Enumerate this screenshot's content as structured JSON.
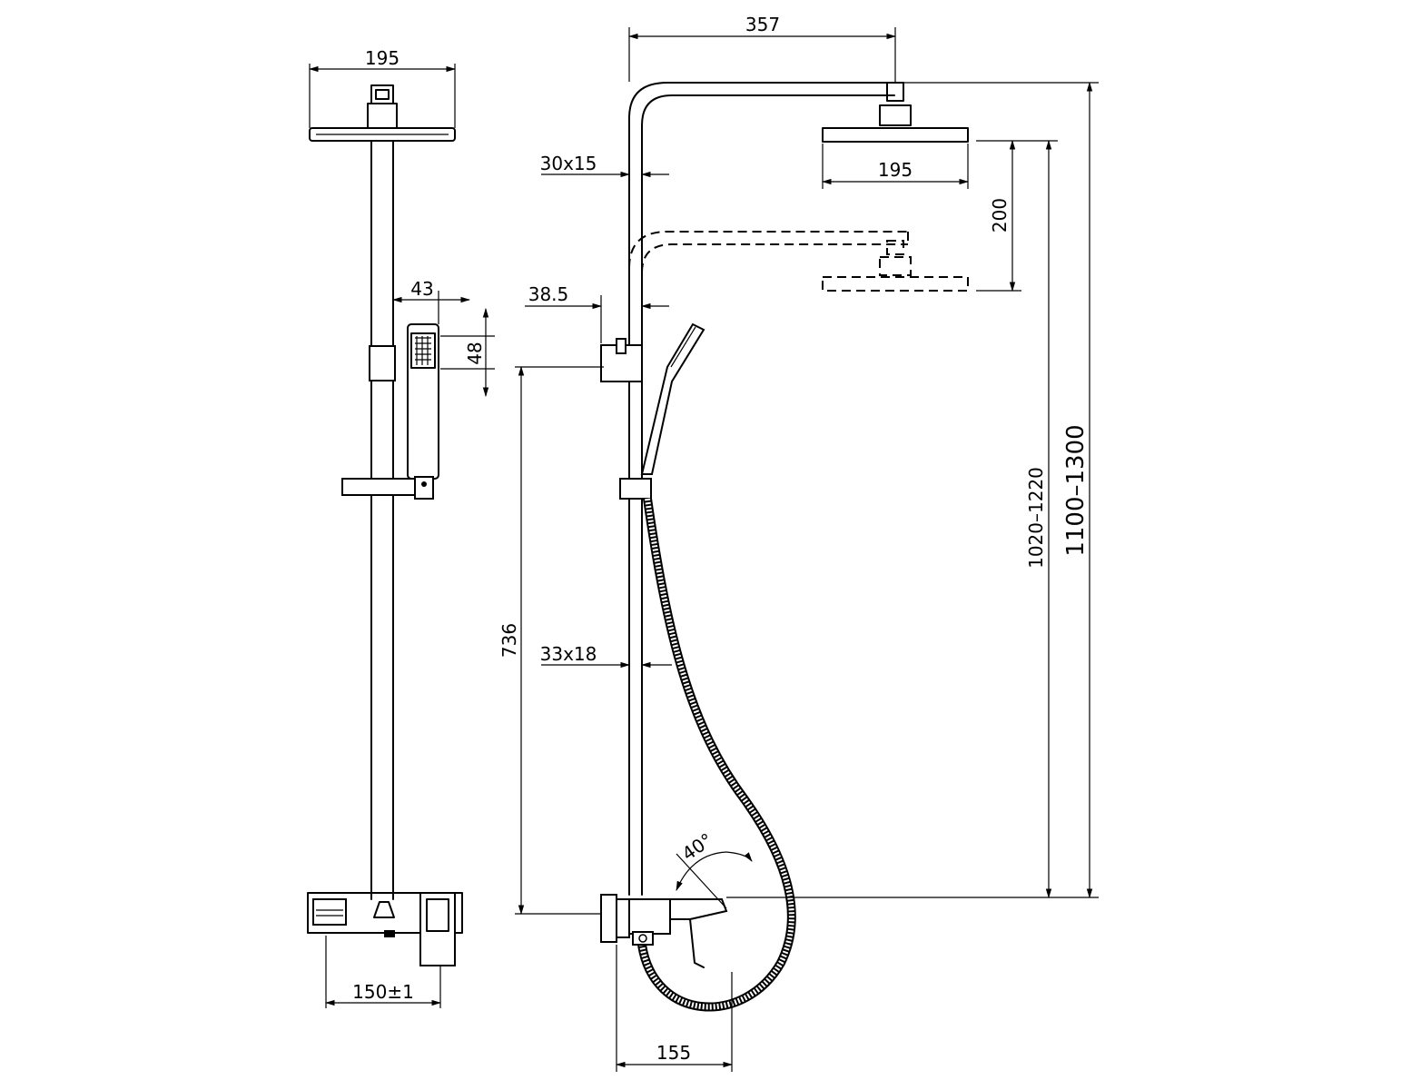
{
  "dimensions": {
    "front_head_width": "195",
    "handshower_width": "43",
    "handshower_height": "48",
    "bracket_spacing": "150±1",
    "arm_reach": "357",
    "side_head_width": "195",
    "head_adjust": "200",
    "upper_pipe": "30x15",
    "pipe_offset": "38.5",
    "lower_pipe": "33x18",
    "holder_height": "736",
    "height_range_small": "1020–1220",
    "height_range_large": "1100–1300",
    "lever_angle": "40°",
    "mixer_depth": "155"
  },
  "colors": {
    "line": "#000000",
    "background": "#ffffff"
  }
}
